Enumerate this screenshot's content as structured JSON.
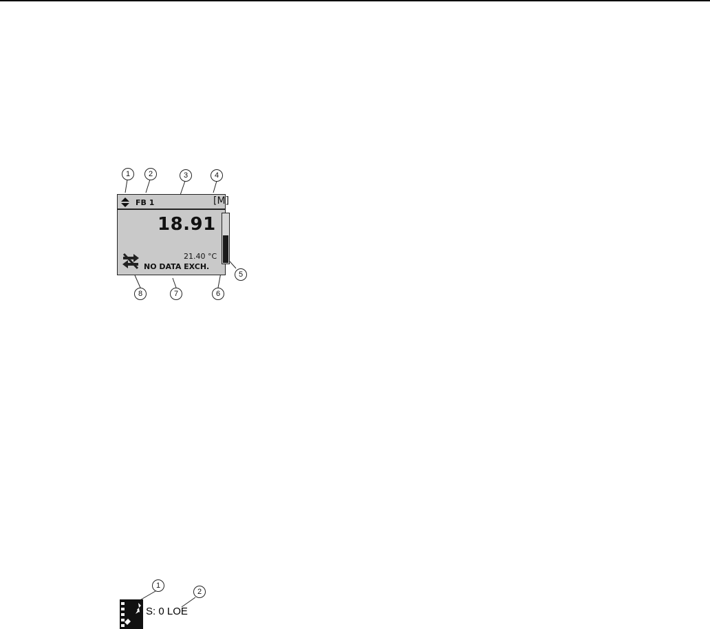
{
  "figure_display": {
    "callouts": [
      "1",
      "2",
      "3",
      "4",
      "5",
      "6",
      "7",
      "8"
    ],
    "fb_label": "FB 1",
    "mode_label": "[M]",
    "main_value": "18.91",
    "secondary_value": "21.40 °C",
    "status_text": "NO DATA EXCH.",
    "bargraph_level": 0.55,
    "icons": [
      "updown-arrows-icon",
      "no-data-exchange-icon"
    ]
  },
  "figure_symbol": {
    "callouts": [
      "1",
      "2"
    ],
    "symbol_text": "S: 0 LOE",
    "icons": [
      "wrench-maintenance-icon"
    ]
  }
}
